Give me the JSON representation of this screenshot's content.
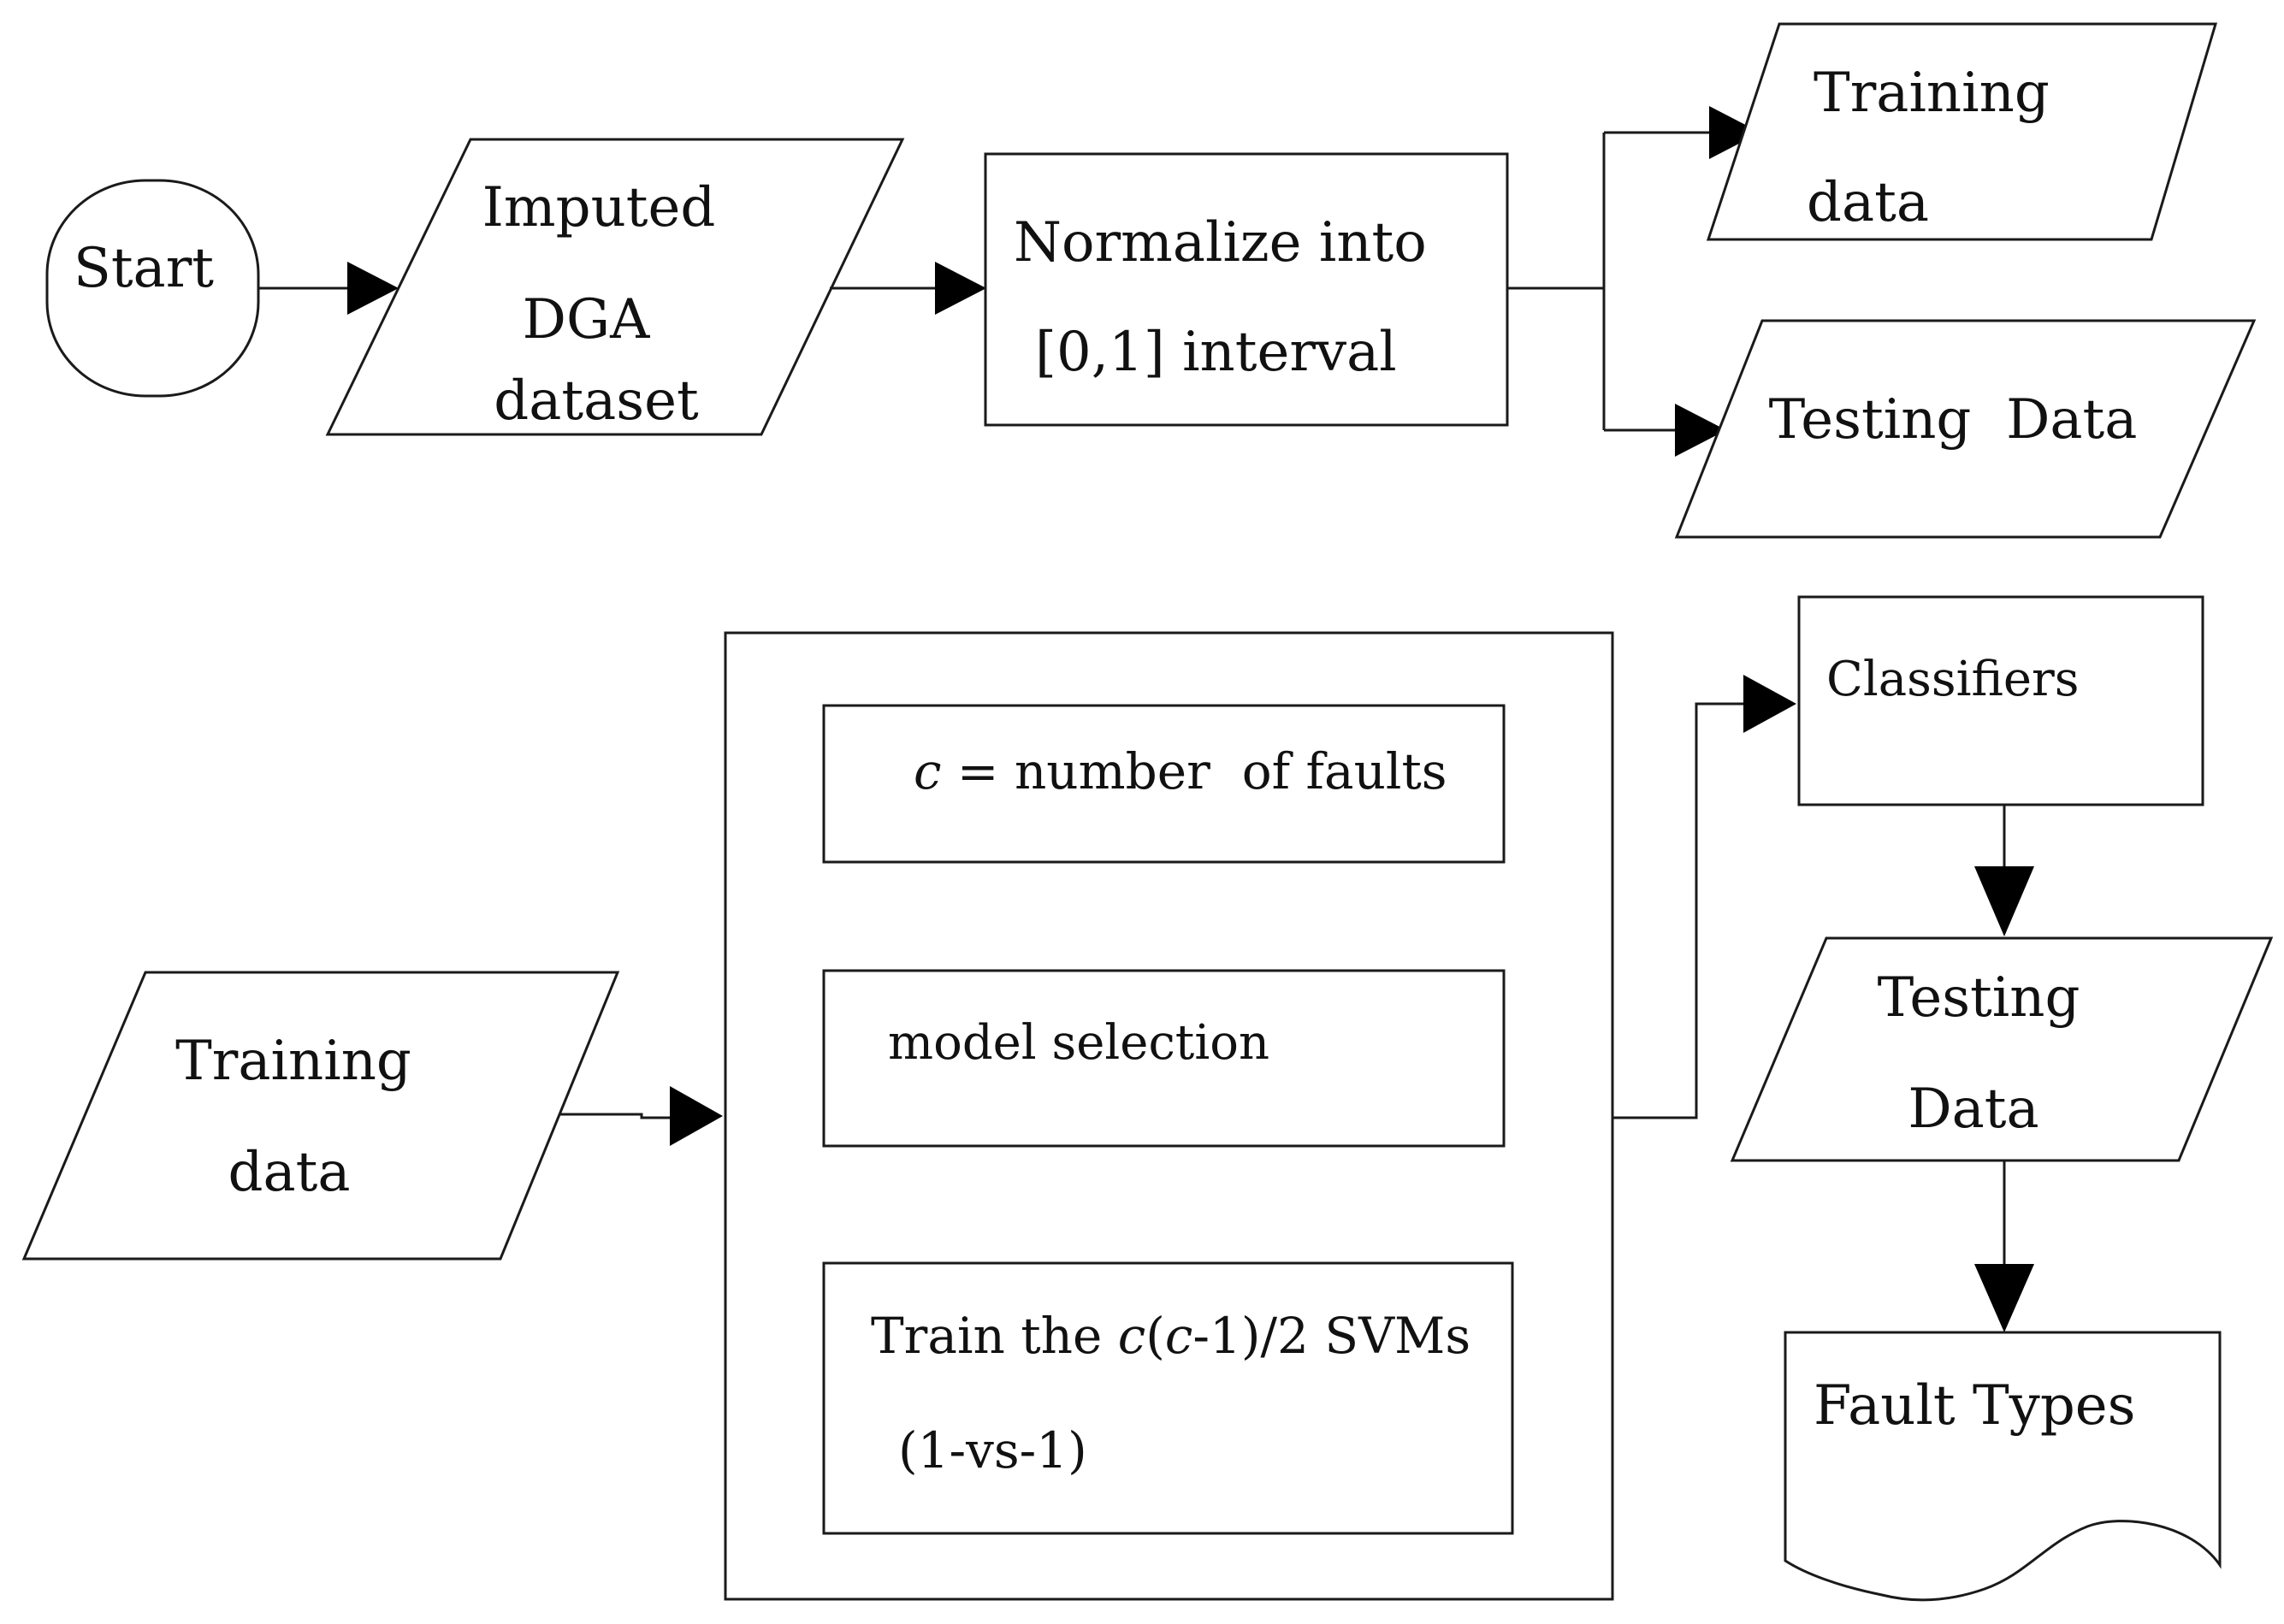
{
  "top": {
    "start": "Start",
    "imputed": [
      "Imputed",
      "DGA",
      "dataset"
    ],
    "normalize": [
      "Normalize into",
      "[0,1] interval"
    ],
    "training": [
      "Training",
      "data"
    ],
    "testing": "Testing  Data"
  },
  "bottom": {
    "training": [
      "Training",
      "data"
    ],
    "c_def": {
      "var": "c",
      "rest": " = number  of faults"
    },
    "model_selection": "model selection",
    "train_svms": {
      "pre": "Train the ",
      "c1": "c",
      "paren": "(",
      "c2": "c",
      "post": "-1)/2 SVMs"
    },
    "one_vs_one": "(1-vs-1)",
    "classifiers": "Classifiers",
    "testing": [
      "Testing",
      "Data"
    ],
    "fault_types": "Fault Types"
  }
}
